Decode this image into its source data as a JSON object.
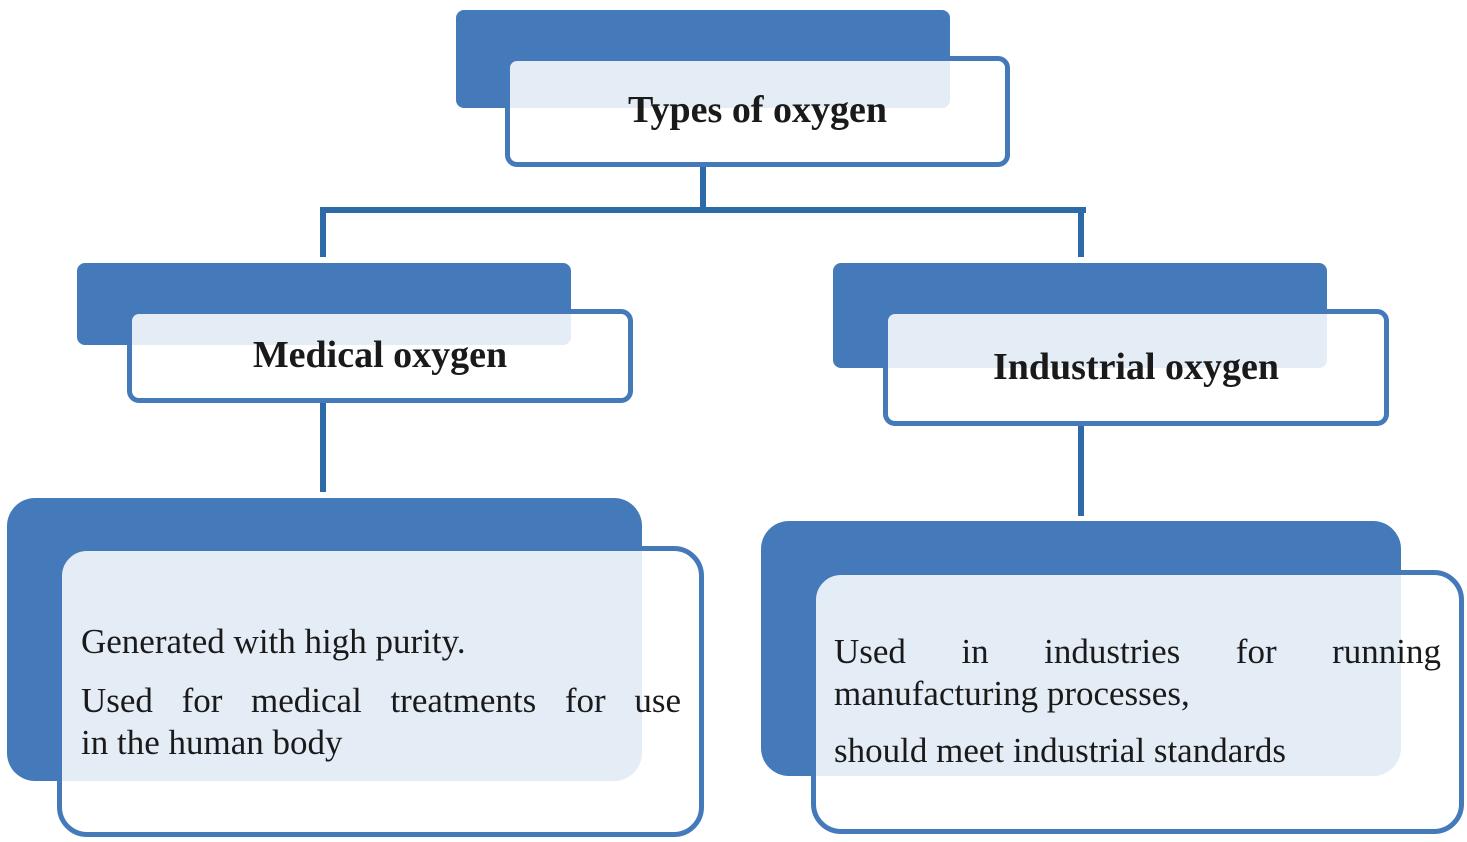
{
  "root": {
    "label": "Types of oxygen"
  },
  "branches": [
    {
      "label": "Medical oxygen",
      "description": [
        "Generated with high purity.",
        "Used for medical treatments for use",
        "in the human body"
      ]
    },
    {
      "label": "Industrial oxygen",
      "description": [
        "Used in industries for running",
        "manufacturing processes,",
        "should meet industrial standards"
      ]
    }
  ],
  "colors": {
    "accent": "#447ab9",
    "connector": "#2f6aa8",
    "text": "#1a1a1a"
  }
}
